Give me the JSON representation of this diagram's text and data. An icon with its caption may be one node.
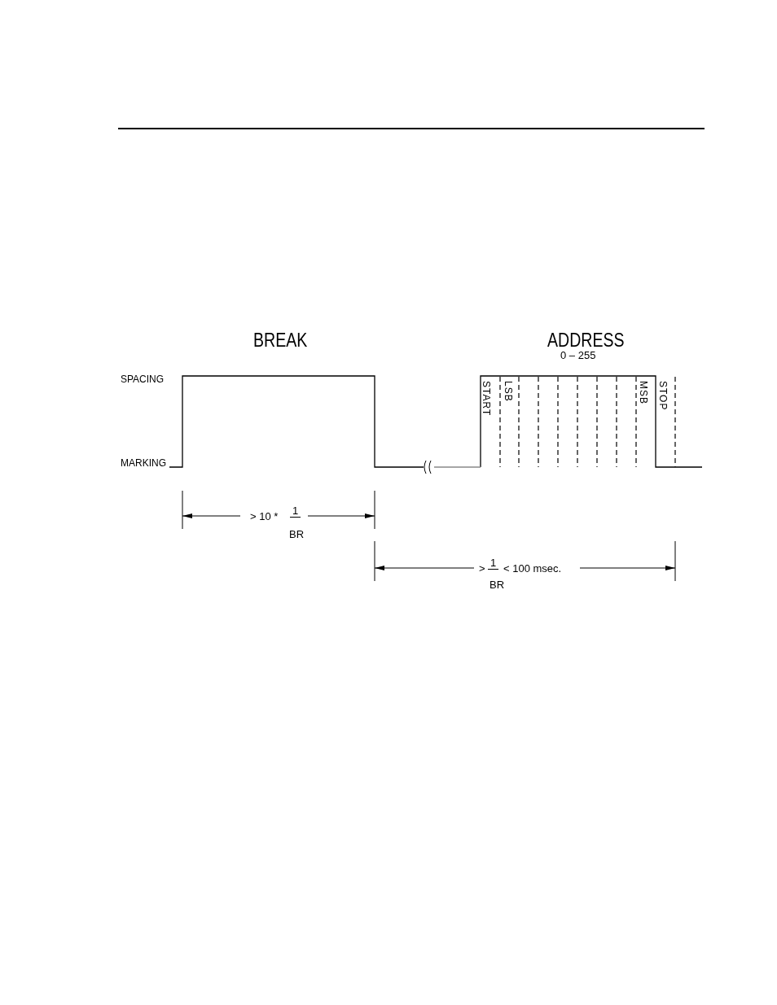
{
  "diagram": {
    "labels": [
      "BREAK",
      "ADDRESS",
      "0 – 255",
      "SPACING",
      "START",
      "LSB",
      "MSB",
      "STOP",
      "MARKING",
      "> 10 *",
      "1",
      "BR",
      ">",
      "1",
      "BR",
      "< 100 msec."
    ]
  }
}
